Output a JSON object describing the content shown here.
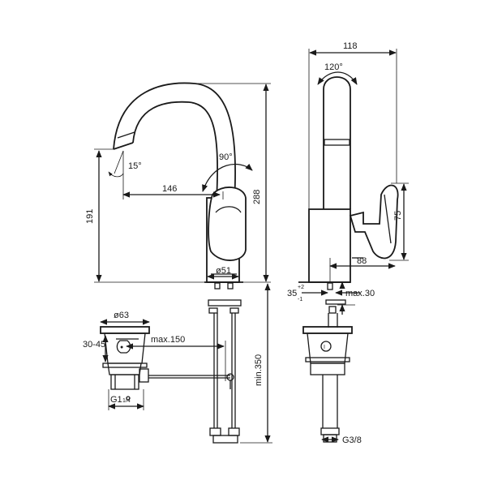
{
  "dims": {
    "d118": "118",
    "d120": "120°",
    "d90": "90°",
    "d15": "15°",
    "d146": "146",
    "d191": "191",
    "d288": "288",
    "d75": "75",
    "d51": "ø51",
    "d88": "88",
    "d35": "35",
    "d35_tol_up": "+2",
    "d35_tol_dn": "-1",
    "dmax30": "max.30",
    "dmin350": "min.350",
    "d63": "ø63",
    "d30_45": "30-45",
    "dmax150": "max.150",
    "dg114": "G1",
    "dg114_frac": "1/4",
    "dg38": "G3/8"
  }
}
